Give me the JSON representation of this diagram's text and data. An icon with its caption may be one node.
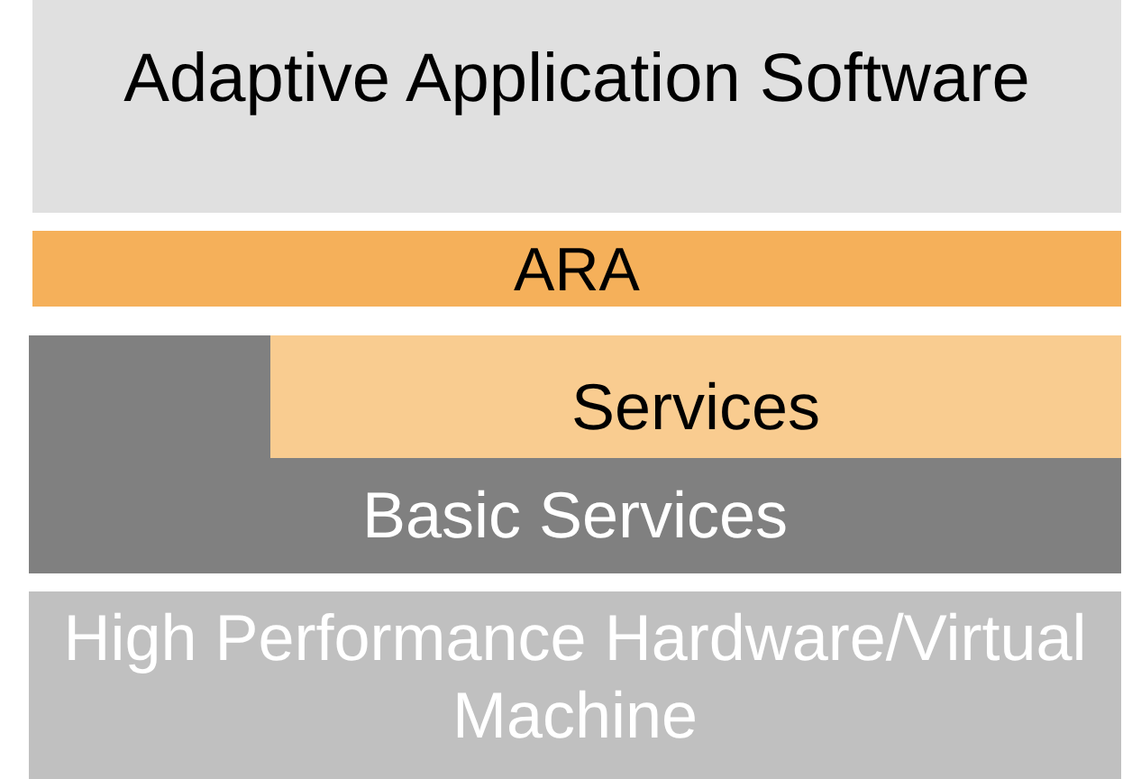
{
  "diagram": {
    "nodes": [
      {
        "text": [
          "Adaptive Application Software"
        ]
      },
      {
        "text": [
          "ARA"
        ]
      },
      {
        "text": [
          "Basic Services"
        ]
      },
      {
        "text": [
          "Services"
        ],
        "in": 2
      },
      {
        "text": [
          "High Performance Hardware/Virtual Machine"
        ]
      }
    ]
  }
}
